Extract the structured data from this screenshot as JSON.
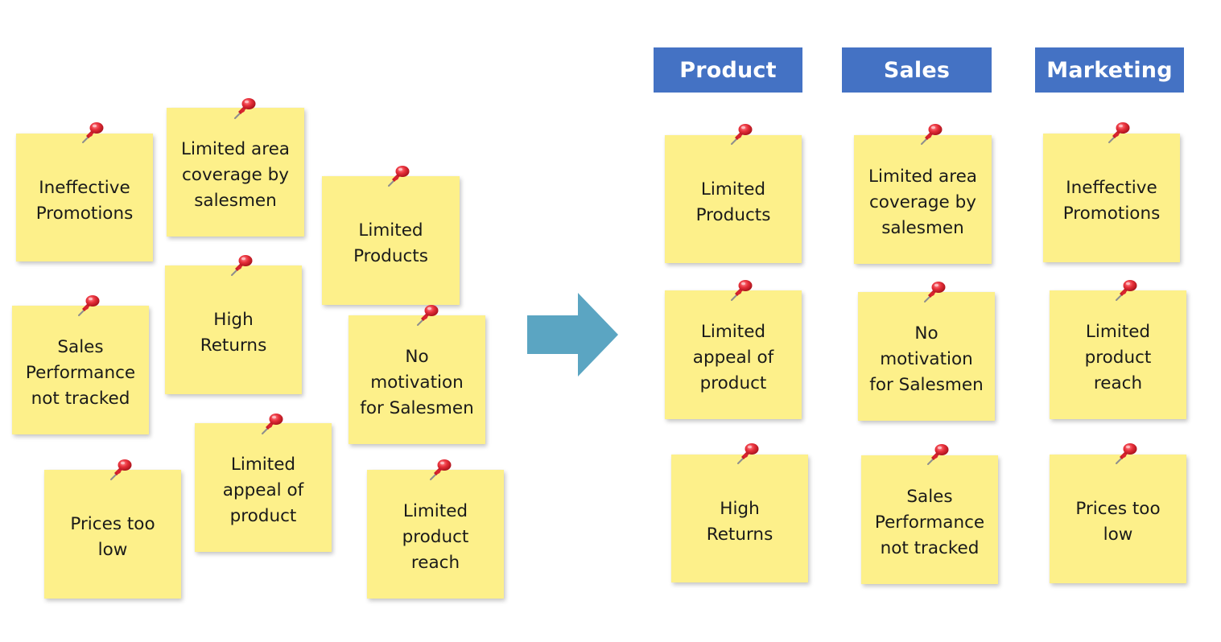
{
  "colors": {
    "note": "#fdf08a",
    "header": "#4472c4",
    "header_text": "#ffffff",
    "arrow": "#5ba5c2",
    "pin": "#e8303b"
  },
  "icons": {
    "pin": "pushpin-icon",
    "arrow": "arrow-right-icon"
  },
  "unsorted_notes": [
    "Ineffective\nPromotions",
    "Limited area\ncoverage by\nsalesmen",
    "Limited\nProducts",
    "Sales\nPerformance\nnot tracked",
    "High\nReturns",
    "No\nmotivation\nfor Salesmen",
    "Prices too\nlow",
    "Limited\nappeal of\nproduct",
    "Limited\nproduct\nreach"
  ],
  "categories": [
    {
      "title": "Product",
      "notes": [
        "Limited\nProducts",
        "Limited\nappeal of\nproduct",
        "High\nReturns"
      ]
    },
    {
      "title": "Sales",
      "notes": [
        "Limited area\ncoverage by\nsalesmen",
        "No\nmotivation\nfor Salesmen",
        "Sales\nPerformance\nnot tracked"
      ]
    },
    {
      "title": "Marketing",
      "notes": [
        "Ineffective\nPromotions",
        "Limited\nproduct\nreach",
        "Prices too\nlow"
      ]
    }
  ]
}
